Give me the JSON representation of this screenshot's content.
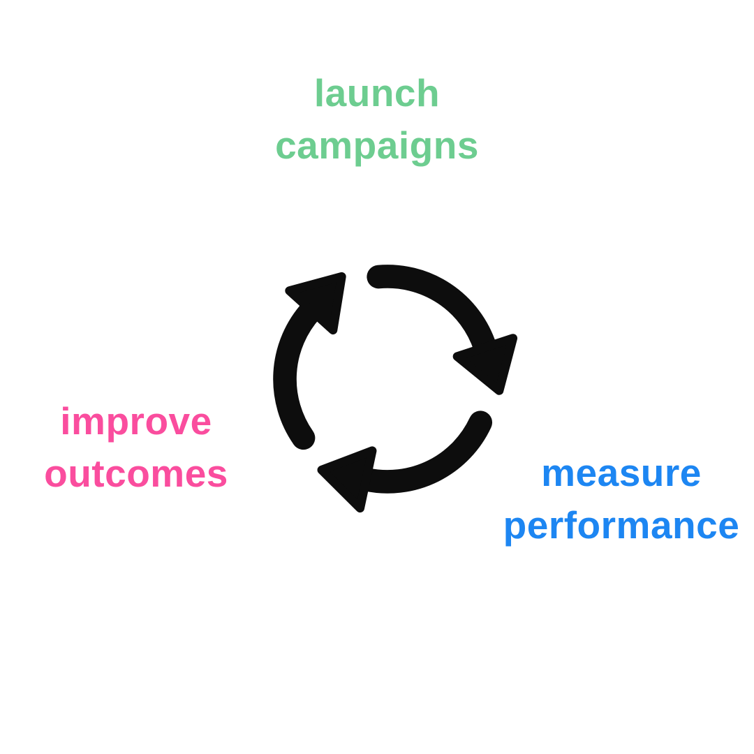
{
  "page": {
    "background": "#ffffff"
  },
  "diagram": {
    "type": "cycle",
    "icon": {
      "name": "cycle-arrows-icon",
      "color": "#0d0d0d"
    },
    "steps": [
      {
        "id": "launch-campaigns",
        "label": "launch\ncampaigns",
        "color": "#6dcd90",
        "position": "top"
      },
      {
        "id": "measure-performance",
        "label": "measure\nperformance",
        "color": "#1d86f2",
        "position": "bottom-right"
      },
      {
        "id": "improve-outcomes",
        "label": "improve\noutcomes",
        "color": "#fa4d9e",
        "position": "left"
      }
    ]
  }
}
